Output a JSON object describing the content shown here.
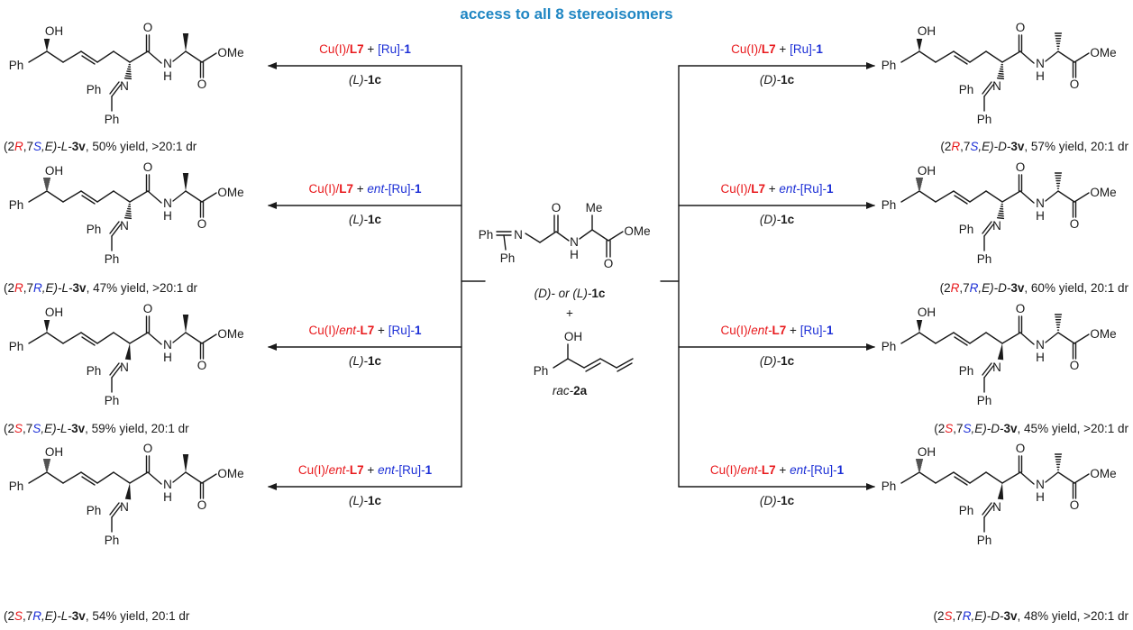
{
  "title": "access to all 8 stereoisomers",
  "center": {
    "reagent_label_prefix": "(D)- or (L)-",
    "reagent_label_bold": "1c",
    "plus": "+",
    "diene_label_prefix": "rac-",
    "diene_label_bold": "2a"
  },
  "atoms": {
    "ph": "Ph",
    "oh": "OH",
    "n": "N",
    "h": "H",
    "o": "O",
    "ome": "OMe",
    "me": "Me"
  },
  "left_rows": [
    {
      "cond_cu": "Cu(I)/",
      "cond_ent_l": "",
      "cond_l7": "L7",
      "cond_plus": " + ",
      "cond_ent_ru": "",
      "cond_ru": "[Ru]-",
      "cond_one": "1",
      "below_prefix": "(L)-",
      "below_bold": "1c",
      "prod_open": "(2",
      "prod_c2": "R",
      "prod_mid": ",7",
      "prod_c7": "S",
      "prod_close": ",E)-L-",
      "prod_cmpd": "3v",
      "prod_result": ", 50% yield, >20:1 dr"
    },
    {
      "cond_cu": "Cu(I)/",
      "cond_ent_l": "",
      "cond_l7": "L7",
      "cond_plus": " + ",
      "cond_ent_ru": "ent-",
      "cond_ru": "[Ru]-",
      "cond_one": "1",
      "below_prefix": "(L)-",
      "below_bold": "1c",
      "prod_open": "(2",
      "prod_c2": "R",
      "prod_mid": ",7",
      "prod_c7": "R",
      "prod_close": ",E)-L-",
      "prod_cmpd": "3v",
      "prod_result": ", 47% yield, >20:1 dr"
    },
    {
      "cond_cu": "Cu(I)/",
      "cond_ent_l": "ent-",
      "cond_l7": "L7",
      "cond_plus": " + ",
      "cond_ent_ru": "",
      "cond_ru": "[Ru]-",
      "cond_one": "1",
      "below_prefix": "(L)-",
      "below_bold": "1c",
      "prod_open": "(2",
      "prod_c2": "S",
      "prod_mid": ",7",
      "prod_c7": "S",
      "prod_close": ",E)-L-",
      "prod_cmpd": "3v",
      "prod_result": ", 59% yield, 20:1 dr"
    },
    {
      "cond_cu": "Cu(I)/",
      "cond_ent_l": "ent-",
      "cond_l7": "L7",
      "cond_plus": " + ",
      "cond_ent_ru": "ent-",
      "cond_ru": "[Ru]-",
      "cond_one": "1",
      "below_prefix": "(L)-",
      "below_bold": "1c",
      "prod_open": "(2",
      "prod_c2": "S",
      "prod_mid": ",7",
      "prod_c7": "R",
      "prod_close": ",E)-L-",
      "prod_cmpd": "3v",
      "prod_result": ", 54% yield, 20:1 dr"
    }
  ],
  "right_rows": [
    {
      "cond_cu": "Cu(I)/",
      "cond_ent_l": "",
      "cond_l7": "L7",
      "cond_plus": " + ",
      "cond_ent_ru": "",
      "cond_ru": "[Ru]-",
      "cond_one": "1",
      "below_prefix": "(D)-",
      "below_bold": "1c",
      "prod_open": "(2",
      "prod_c2": "R",
      "prod_mid": ",7",
      "prod_c7": "S",
      "prod_close": ",E)-D-",
      "prod_cmpd": "3v",
      "prod_result": ", 57% yield, 20:1 dr"
    },
    {
      "cond_cu": "Cu(I)/",
      "cond_ent_l": "",
      "cond_l7": "L7",
      "cond_plus": " + ",
      "cond_ent_ru": "ent-",
      "cond_ru": "[Ru]-",
      "cond_one": "1",
      "below_prefix": "(D)-",
      "below_bold": "1c",
      "prod_open": "(2",
      "prod_c2": "R",
      "prod_mid": ",7",
      "prod_c7": "R",
      "prod_close": ",E)-D-",
      "prod_cmpd": "3v",
      "prod_result": ", 60% yield, 20:1 dr"
    },
    {
      "cond_cu": "Cu(I)/",
      "cond_ent_l": "ent-",
      "cond_l7": "L7",
      "cond_plus": " + ",
      "cond_ent_ru": "",
      "cond_ru": "[Ru]-",
      "cond_one": "1",
      "below_prefix": "(D)-",
      "below_bold": "1c",
      "prod_open": "(2",
      "prod_c2": "S",
      "prod_mid": ",7",
      "prod_c7": "S",
      "prod_close": ",E)-D-",
      "prod_cmpd": "3v",
      "prod_result": ", 45% yield, >20:1 dr"
    },
    {
      "cond_cu": "Cu(I)/",
      "cond_ent_l": "ent-",
      "cond_l7": "L7",
      "cond_plus": " + ",
      "cond_ent_ru": "ent-",
      "cond_ru": "[Ru]-",
      "cond_one": "1",
      "below_prefix": "(D)-",
      "below_bold": "1c",
      "prod_open": "(2",
      "prod_c2": "S",
      "prod_mid": ",7",
      "prod_c7": "R",
      "prod_close": ",E)-D-",
      "prod_cmpd": "3v",
      "prod_result": ", 48% yield, >20:1 dr"
    }
  ]
}
